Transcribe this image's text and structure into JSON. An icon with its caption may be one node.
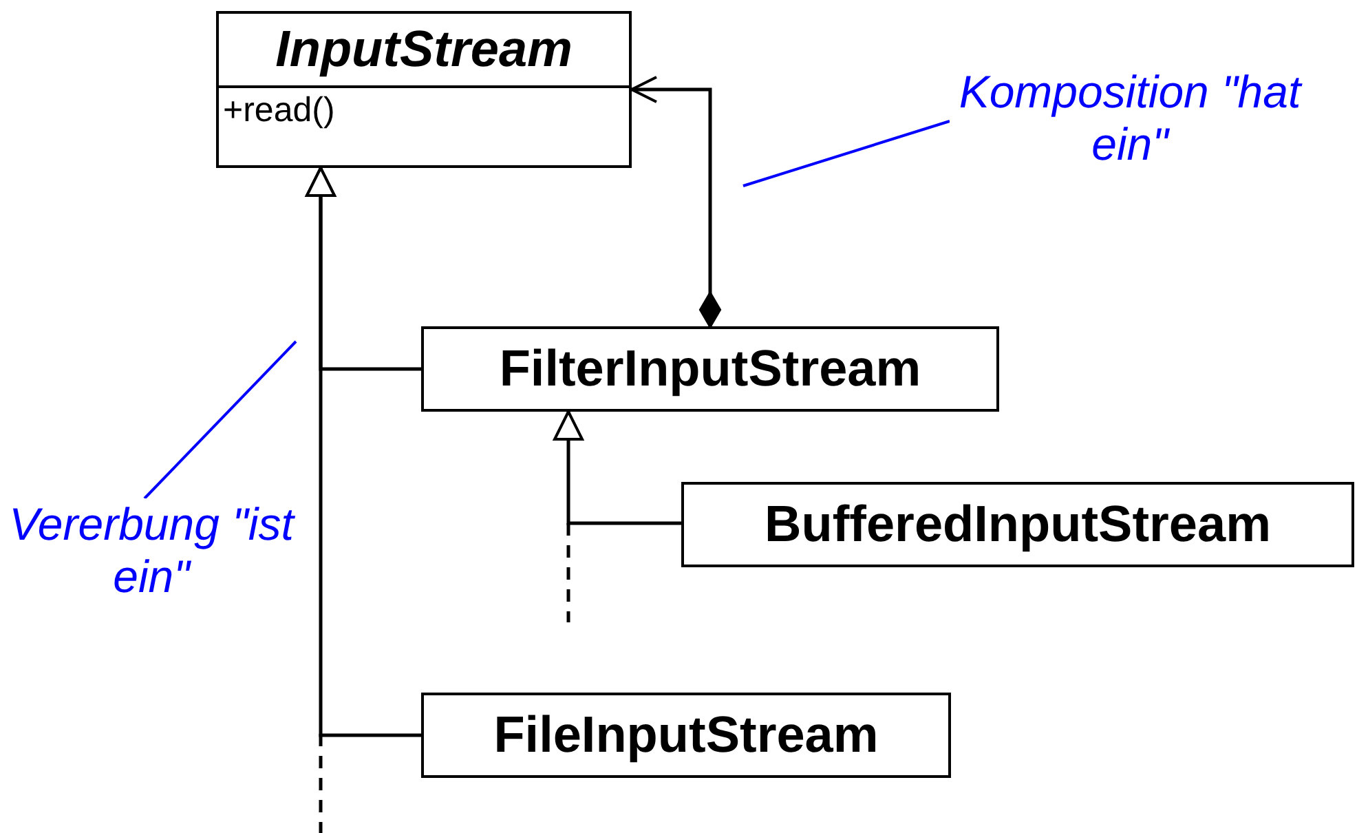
{
  "diagram": {
    "nodes": [
      {
        "text": [
          "InputStream",
          "+read()"
        ]
      },
      {
        "text": [
          "FilterInputStream"
        ]
      },
      {
        "text": [
          "BufferedInputStream"
        ]
      },
      {
        "text": [
          "FileInputStream"
        ]
      },
      {
        "text": [
          "Komposition \"hat ein\""
        ]
      },
      {
        "text": [
          "Vererbung \"ist ein\""
        ]
      }
    ],
    "edges": [
      {
        "from": 1,
        "to": 0,
        "arrow": "to"
      },
      {
        "from": 3,
        "to": 0,
        "arrow": "to"
      },
      {
        "from": 1,
        "to": 0,
        "arrow": "to"
      },
      {
        "from": 2,
        "to": 1,
        "arrow": "to"
      },
      {
        "from": 4,
        "to": null,
        "arrow": "none",
        "color": "#0000ff"
      },
      {
        "from": 5,
        "to": null,
        "arrow": "none",
        "color": "#0000ff"
      }
    ]
  }
}
